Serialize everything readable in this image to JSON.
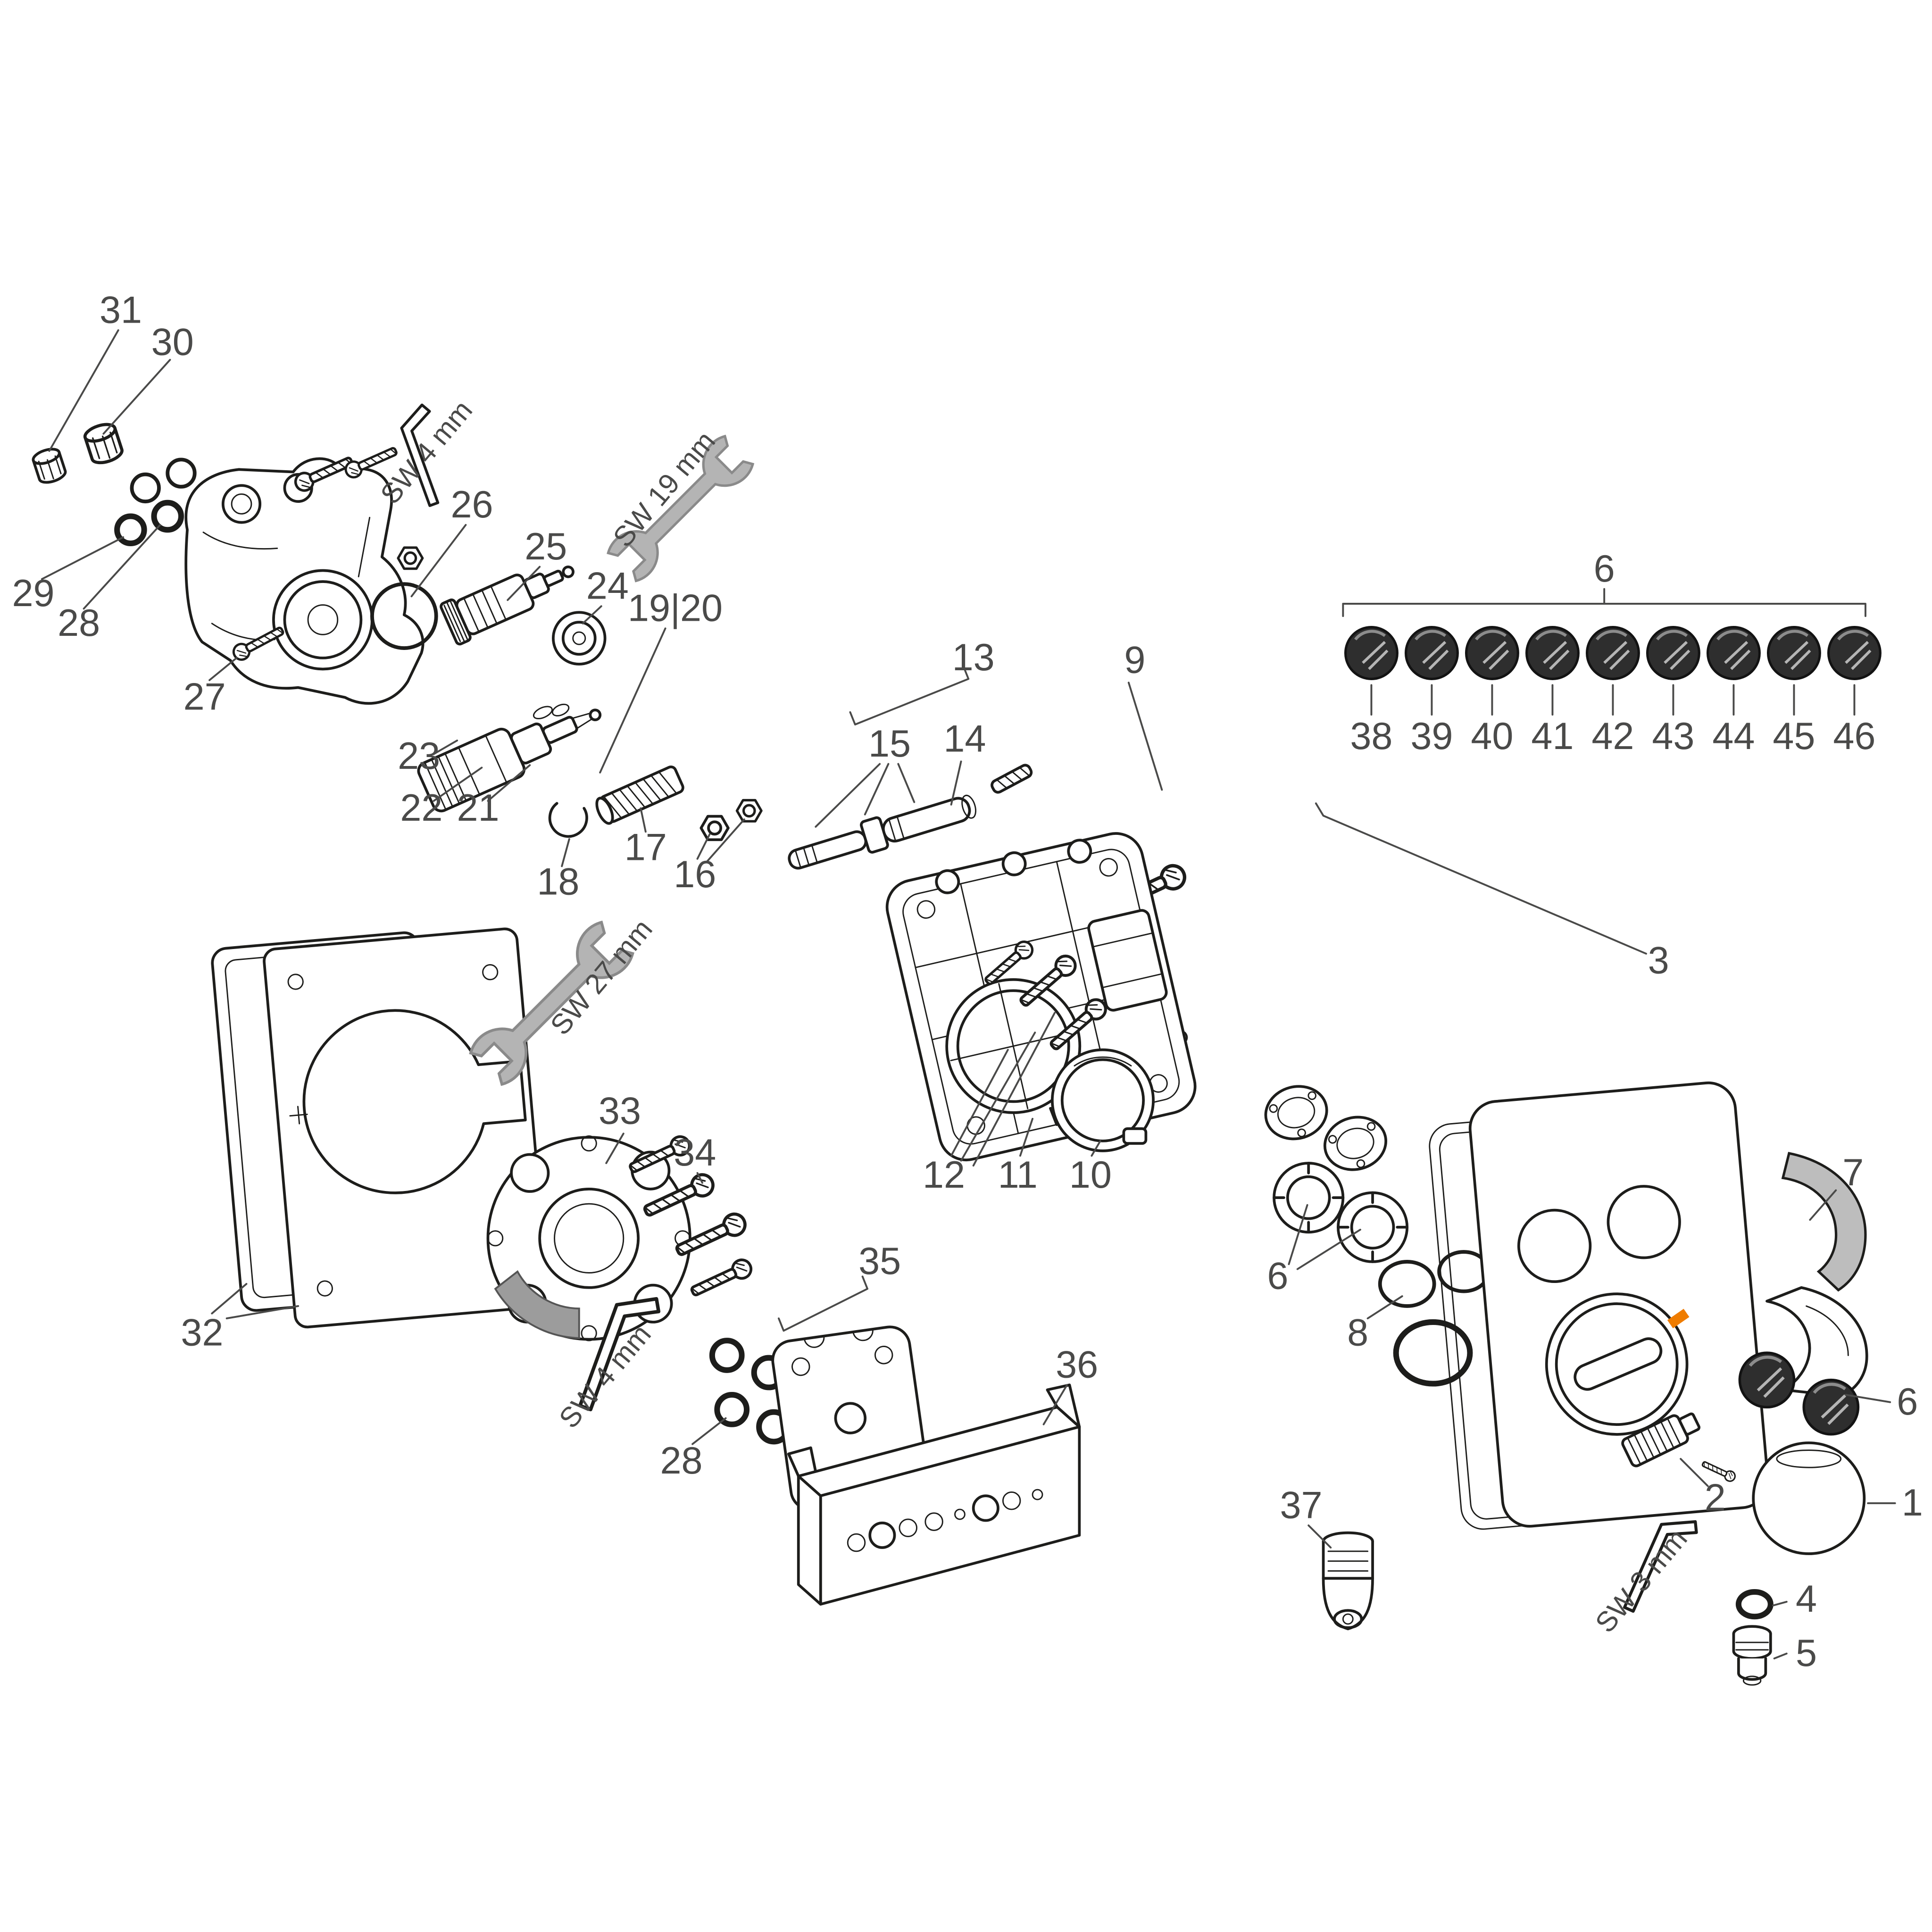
{
  "colors": {
    "background": "#ffffff",
    "line": "#1d1d1b",
    "label": "#4a4a49",
    "tool_fill": "#b4b4b4",
    "cap_fill": "#2e2e2e",
    "accent": "#ef7c00"
  },
  "callouts": {
    "part1": "1",
    "part2": "2",
    "part3": "3",
    "part4": "4",
    "part5": "5",
    "part6_seals": "6",
    "part6_holder": "6",
    "part7": "7",
    "part8": "8",
    "part9": "9",
    "part10": "10",
    "part11": "11",
    "part12": "12",
    "part13": "13",
    "part14": "14",
    "part15": "15",
    "part16": "16",
    "part17": "17",
    "part18": "18",
    "part19_20": "19|20",
    "part21": "21",
    "part22": "22",
    "part23": "23",
    "part24": "24",
    "part25": "25",
    "part26": "26",
    "part27": "27",
    "part28_top": "28",
    "part28_bottom": "28",
    "part29": "29",
    "part30": "30",
    "part31": "31",
    "part32": "32",
    "part33": "33",
    "part34": "34",
    "part35": "35",
    "part36": "36",
    "part37": "37"
  },
  "cap_set": {
    "bracket_label": "6",
    "numbers": [
      "38",
      "39",
      "40",
      "41",
      "42",
      "43",
      "44",
      "45",
      "46"
    ]
  },
  "tools": {
    "allen_top": "SW 4 mm",
    "open_end_19": "SW 19 mm",
    "open_end_27": "SW 27 mm",
    "allen_bottom": "SW 4 mm",
    "allen_right": "SW 3 mm"
  }
}
